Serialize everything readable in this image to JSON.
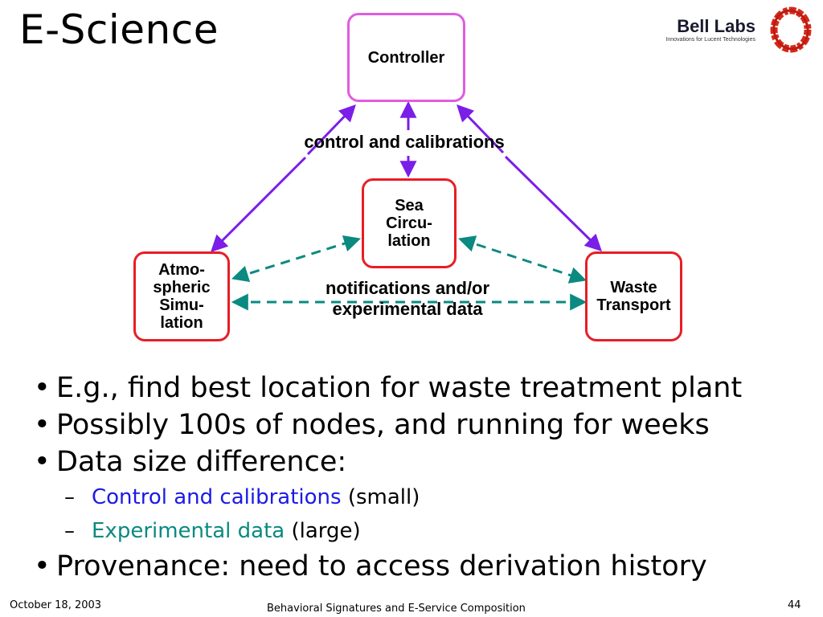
{
  "slide": {
    "title": "E-Science"
  },
  "logo": {
    "name": "Bell Labs",
    "tagline": "Innovations for Lucent Technologies"
  },
  "diagram": {
    "nodes": {
      "controller": "Controller",
      "sea": "Sea\nCircu-\nlation",
      "atmo": "Atmo-\nspheric\nSimu-\nlation",
      "waste": "Waste\nTransport"
    },
    "labels": {
      "control": "control and calibrations",
      "notify": "notifications and/or\nexperimental data"
    },
    "colors": {
      "control_arrow": "#7a1ee8",
      "data_arrow": "#0a8a80",
      "controller_border": "#e05ce0",
      "simulator_border": "#e81e25"
    }
  },
  "bullets": [
    {
      "text": "E.g., find best location for waste treatment plant"
    },
    {
      "text": "Possibly 100s of nodes, and running for weeks"
    },
    {
      "text": "Data size difference:"
    }
  ],
  "sub_bullets": [
    {
      "dash": "–",
      "highlight": "Control and calibrations",
      "rest": " (small)",
      "color": "#1a1ae6"
    },
    {
      "dash": "–",
      "highlight": "Experimental data",
      "rest": " (large)",
      "color": "#0a8a80"
    }
  ],
  "last_bullet": {
    "text": "Provenance: need to access derivation history"
  },
  "footer": {
    "date": "October 18, 2003",
    "center": "Behavioral Signatures and E-Service Composition",
    "page": "44"
  }
}
